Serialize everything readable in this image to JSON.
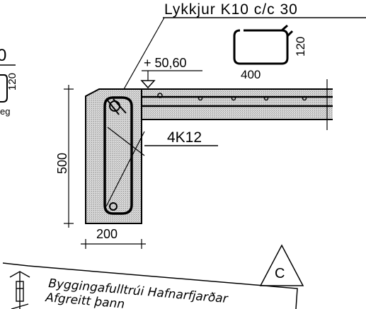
{
  "drawing": {
    "stirrup_callout": "Lykkjur K10 c/c 30",
    "stirrup_dim_width": "400",
    "stirrup_dim_height": "120",
    "elevation_mark": "+ 50,60",
    "rebar_callout": "4K12",
    "beam_height": "500",
    "beam_width": "200",
    "left_fragment_top": "0",
    "left_fragment_dim": "120",
    "left_fragment_text": "eg",
    "section_mark": "C"
  },
  "stamp": {
    "line1": "Byggingafulltrúi Hafnarfjarðar",
    "line2": "Afgreitt þann"
  },
  "colors": {
    "ink": "#000000",
    "concrete_fill": "#cfcfcf",
    "paper": "#ffffff"
  }
}
